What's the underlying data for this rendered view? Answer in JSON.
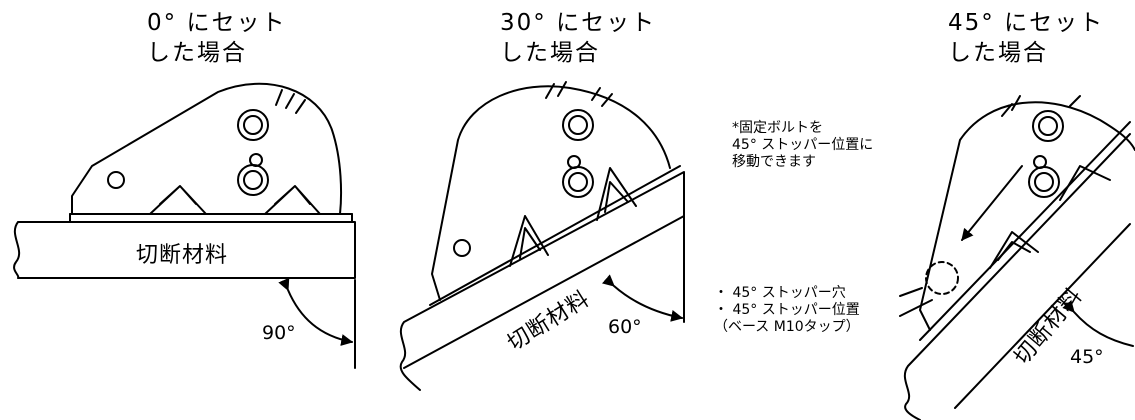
{
  "titles": [
    {
      "line1": "0° にセット",
      "line2": "した場合"
    },
    {
      "line1": "30° にセット",
      "line2": "した場合"
    },
    {
      "line1": "45° にセット",
      "line2": "した場合"
    }
  ],
  "material_label": "切断材料",
  "angles": [
    "90°",
    "60°",
    "45°"
  ],
  "note_bolt": [
    "*固定ボルトを",
    "45° ストッパー位置に",
    "移動できます"
  ],
  "note_stopper": [
    "・ 45° ストッパー穴",
    "・ 45° ストッパー位置",
    "（ベース M10タップ）"
  ]
}
